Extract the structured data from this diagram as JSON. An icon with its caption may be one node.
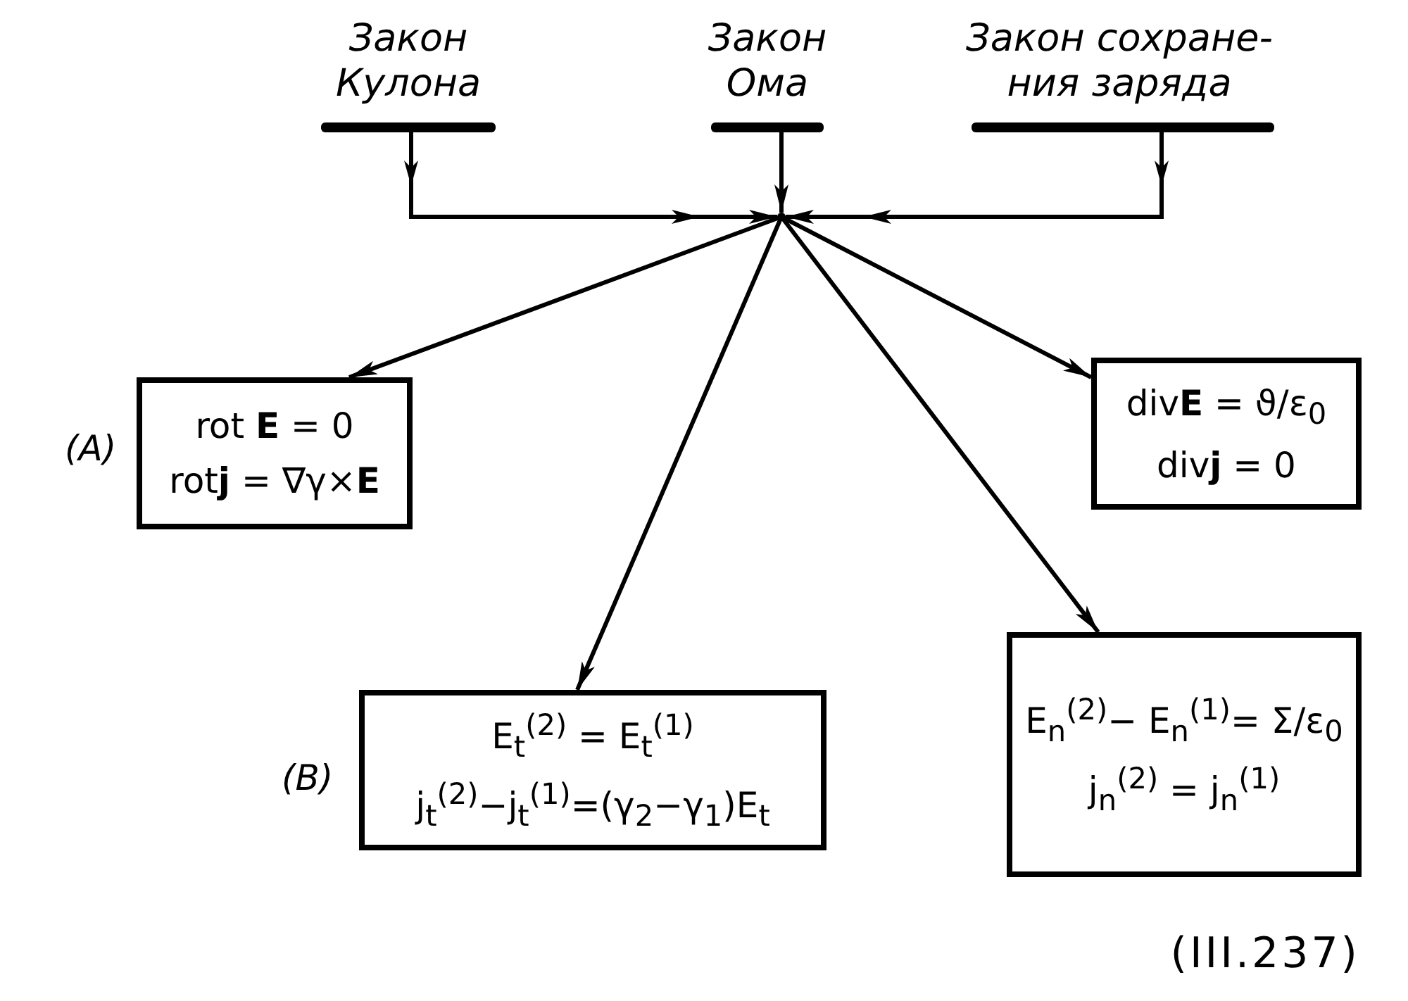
{
  "diagram": {
    "nodes": [
      {
        "text": [
          "Закон Кулона"
        ]
      },
      {
        "text": [
          "Закон Ома"
        ]
      },
      {
        "text": [
          "Закон сохране- ния заряда"
        ]
      },
      {
        "text": [],
        "shape": "point"
      },
      {
        "text": [
          "rot **E** = 0",
          "rot**j** = ∇γ×**E**"
        ],
        "beside": [
          "(A)"
        ]
      },
      {
        "text": [
          "div**E** = ϑ/ε$_{0}$",
          "div**j** = 0"
        ]
      },
      {
        "text": [
          "E$_{t}$$^{(2)}$ = E$_{t}$$^{(1)}$",
          "j$_{t}$$^{(2)}$−j$_{t}$$^{(1)}$=(γ$_{2}$−γ$_{1}$)E$_{t}$"
        ],
        "beside": [
          "(B)"
        ]
      },
      {
        "text": [
          "E$_{n}$$^{(2)}$− E$_{n}$$^{(1)}$= Σ/ε$_{0}$",
          "j$_{n}$$^{(2)}$ = j$_{n}$$^{(1)}$"
        ]
      }
    ],
    "edges": [
      {
        "from": 0,
        "to": 3,
        "arrow": "to"
      },
      {
        "from": 1,
        "to": 3,
        "arrow": "to"
      },
      {
        "from": 2,
        "to": 3,
        "arrow": "to"
      },
      {
        "from": 3,
        "to": 4,
        "arrow": "to"
      },
      {
        "from": 3,
        "to": 5,
        "arrow": "to"
      },
      {
        "from": 3,
        "to": 6,
        "arrow": "to"
      },
      {
        "from": 3,
        "to": 7,
        "arrow": "to"
      }
    ],
    "labels": [
      "(III.237)"
    ]
  }
}
